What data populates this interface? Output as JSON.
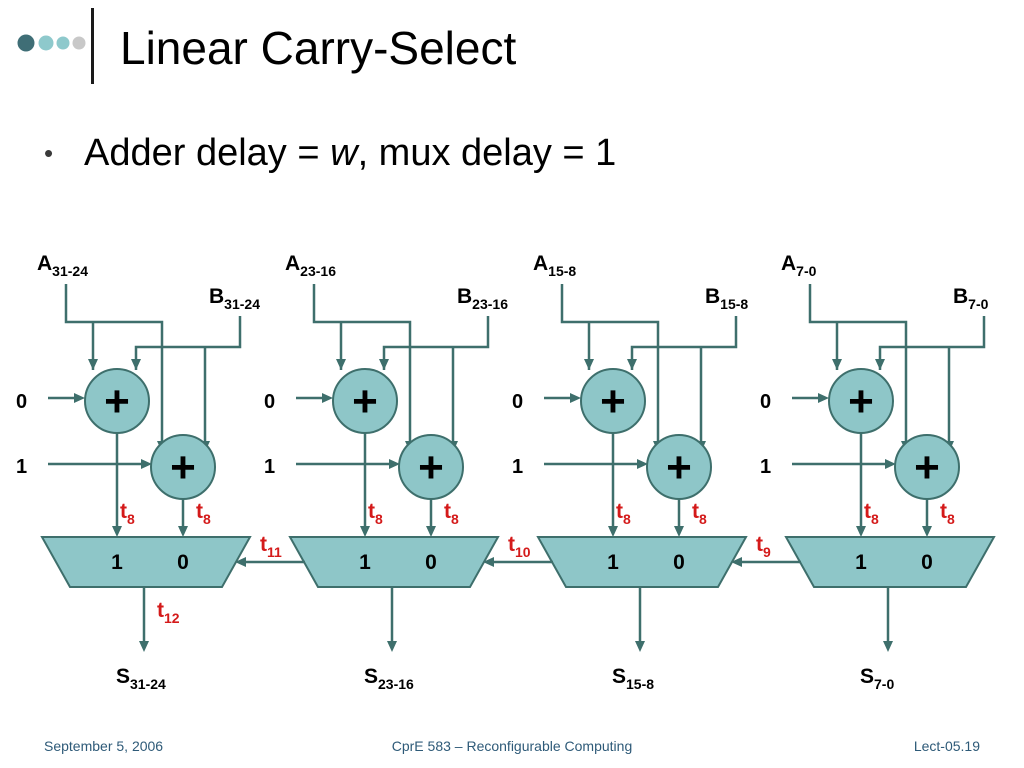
{
  "slide": {
    "title": "Linear Carry-Select",
    "bullet": {
      "prefix": "Adder delay = ",
      "variable": "w",
      "suffix": ", mux delay = 1"
    }
  },
  "diagram": {
    "adder_symbol": "+",
    "input_constants": [
      "0",
      "1"
    ],
    "mux_input_labels": [
      "1",
      "0"
    ],
    "stages": [
      {
        "a_label": "A",
        "a_sub": "31-24",
        "b_label": "B",
        "b_sub": "31-24",
        "t_left": "t",
        "t_left_sub": "8",
        "t_right": "t",
        "t_right_sub": "8",
        "sum_label": "S",
        "sum_sub": "31-24",
        "out_time": "t",
        "out_time_sub": "12"
      },
      {
        "a_label": "A",
        "a_sub": "23-16",
        "b_label": "B",
        "b_sub": "23-16",
        "t_left": "t",
        "t_left_sub": "8",
        "t_right": "t",
        "t_right_sub": "8",
        "sum_label": "S",
        "sum_sub": "23-16"
      },
      {
        "a_label": "A",
        "a_sub": "15-8",
        "b_label": "B",
        "b_sub": "15-8",
        "t_left": "t",
        "t_left_sub": "8",
        "t_right": "t",
        "t_right_sub": "8",
        "sum_label": "S",
        "sum_sub": "15-8"
      },
      {
        "a_label": "A",
        "a_sub": "7-0",
        "b_label": "B",
        "b_sub": "7-0",
        "t_left": "t",
        "t_left_sub": "8",
        "t_right": "t",
        "t_right_sub": "8",
        "sum_label": "S",
        "sum_sub": "7-0"
      }
    ],
    "carry_times": [
      {
        "label": "t",
        "sub": "11"
      },
      {
        "label": "t",
        "sub": "10"
      },
      {
        "label": "t",
        "sub": "9"
      }
    ]
  },
  "footer": {
    "date": "September 5, 2006",
    "course": "CprE 583 – Reconfigurable Computing",
    "slide_number": "Lect-05.19"
  },
  "colors": {
    "wire": "#3e6f6c",
    "node_fill": "#8ec6c8",
    "time_label": "#d41a1a",
    "footer_text": "#2e5a78",
    "dot_dark": "#3f6e76",
    "dot_mid": "#8ec9cc",
    "dot_light": "#c8c8c8"
  }
}
